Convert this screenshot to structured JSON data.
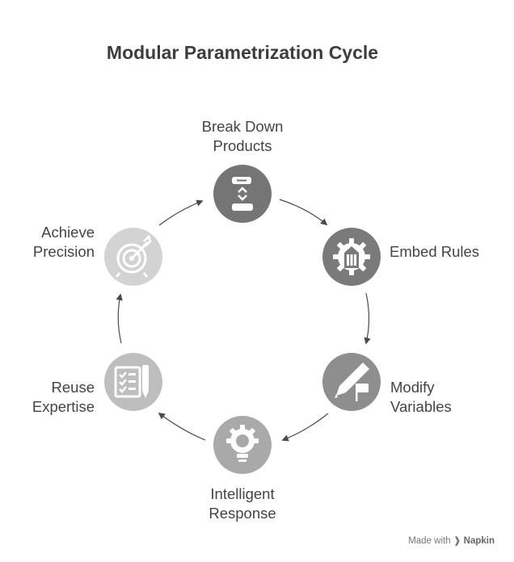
{
  "title": "Modular Parametrization Cycle",
  "nodes": [
    {
      "label_lines": [
        "Break Down",
        "Products"
      ],
      "icon": "module-stack-icon",
      "color": "#757575"
    },
    {
      "label_lines": [
        "Embed Rules"
      ],
      "icon": "gear-building-icon",
      "color": "#7a7a7a"
    },
    {
      "label_lines": [
        "Modify",
        "Variables"
      ],
      "icon": "pencil-flag-icon",
      "color": "#8e8e8e"
    },
    {
      "label_lines": [
        "Intelligent",
        "Response"
      ],
      "icon": "lightbulb-gear-icon",
      "color": "#a9a9a9"
    },
    {
      "label_lines": [
        "Reuse",
        "Expertise"
      ],
      "icon": "checklist-icon",
      "color": "#bebebe"
    },
    {
      "label_lines": [
        "Achieve",
        "Precision"
      ],
      "icon": "target-icon",
      "color": "#d3d3d3"
    }
  ],
  "footer": {
    "prefix": "Made with",
    "brand": "Napkin"
  },
  "colors": {
    "arrow": "#4a4a4a",
    "text": "#444444",
    "title": "#3d3d3d"
  }
}
